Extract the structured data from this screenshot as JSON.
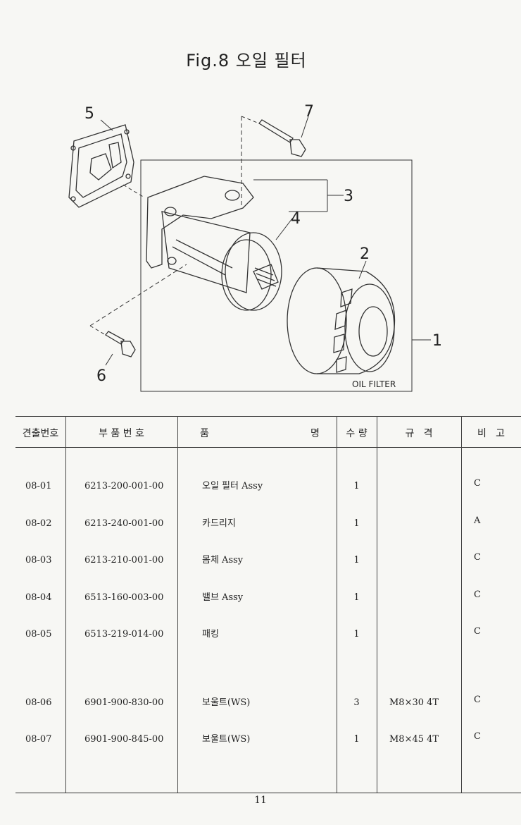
{
  "title": "Fig.8 오일 필터",
  "diagram": {
    "callouts": [
      "1",
      "2",
      "3",
      "4",
      "5",
      "6",
      "7"
    ],
    "box_label": "OIL FILTER"
  },
  "table": {
    "headers": {
      "no": "견출번호",
      "part_no": "부 품 번 호",
      "name_left": "품",
      "name_right": "명",
      "qty": "수 량",
      "spec": "규   격",
      "remark": "비   고"
    },
    "rows": [
      {
        "no": "08-01",
        "part_no": "6213-200-001-00",
        "name": "오일 필터 Assy",
        "qty": "1",
        "spec": "",
        "remark": "C"
      },
      {
        "no": "08-02",
        "part_no": "6213-240-001-00",
        "name": "카드리지",
        "qty": "1",
        "spec": "",
        "remark": "A"
      },
      {
        "no": "08-03",
        "part_no": "6213-210-001-00",
        "name": "몸체 Assy",
        "qty": "1",
        "spec": "",
        "remark": "C"
      },
      {
        "no": "08-04",
        "part_no": "6513-160-003-00",
        "name": "밸브 Assy",
        "qty": "1",
        "spec": "",
        "remark": "C"
      },
      {
        "no": "08-05",
        "part_no": "6513-219-014-00",
        "name": "패킹",
        "qty": "1",
        "spec": "",
        "remark": "C"
      },
      {
        "no": "08-06",
        "part_no": "6901-900-830-00",
        "name": "보울트(WS)",
        "qty": "3",
        "spec": "M8×30 4T",
        "remark": "C"
      },
      {
        "no": "08-07",
        "part_no": "6901-900-845-00",
        "name": "보울트(WS)",
        "qty": "1",
        "spec": "M8×45 4T",
        "remark": "C"
      }
    ]
  },
  "page_number": "11"
}
